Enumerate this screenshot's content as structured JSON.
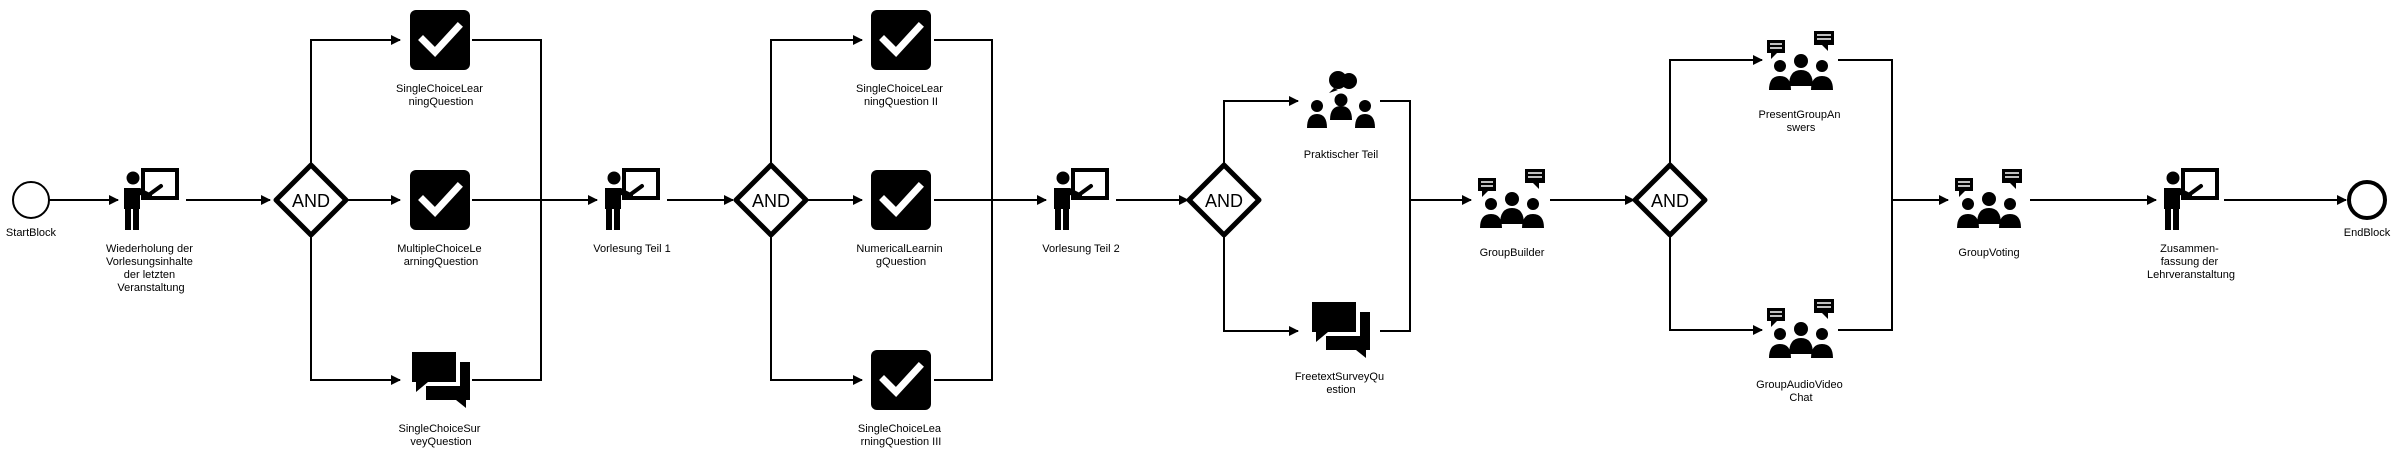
{
  "nodes": {
    "start": "StartBlock",
    "end": "EndBlock",
    "lecture_review": [
      "Wiederholung der",
      "Vorlesungsinhalte",
      "der letzten",
      "Veranstaltung"
    ],
    "and_1": "AND",
    "scl_q1": [
      "SingleChoiceLear",
      "ningQuestion"
    ],
    "mcl_q": [
      "MultipleChoiceLe",
      "arningQuestion"
    ],
    "scs_q": [
      "SingleChoiceSur",
      "veyQuestion"
    ],
    "lecture_1": [
      "Vorlesung Teil 1"
    ],
    "and_2": "AND",
    "scl_q2": [
      "SingleChoiceLear",
      "ningQuestion II"
    ],
    "num_q": [
      "NumericalLearnin",
      "gQuestion"
    ],
    "scl_q3": [
      "SingleChoiceLea",
      "rningQuestion III"
    ],
    "lecture_2": [
      "Vorlesung Teil 2"
    ],
    "and_3": "AND",
    "practical": [
      "Praktischer Teil"
    ],
    "freetext": [
      "FreetextSurveyQu",
      "estion"
    ],
    "group_builder": [
      "GroupBuilder"
    ],
    "and_4": "AND",
    "present_answers": [
      "PresentGroupAn",
      "swers"
    ],
    "audio_video": [
      "GroupAudioVideo",
      "Chat"
    ],
    "group_voting": [
      "GroupVoting"
    ],
    "summary": [
      "Zusammen-",
      "fassung der",
      "Lehrveranstaltung"
    ]
  },
  "icons": {
    "lecture": "teacher-board-icon",
    "learning_question": "checkmark-box-icon",
    "survey_question": "speech-bubbles-icon",
    "discussion": "group-discussion-icon",
    "group": "group-chat-icon"
  },
  "colors": {
    "stroke": "#000000",
    "fill": "#000000",
    "background": "#ffffff"
  }
}
